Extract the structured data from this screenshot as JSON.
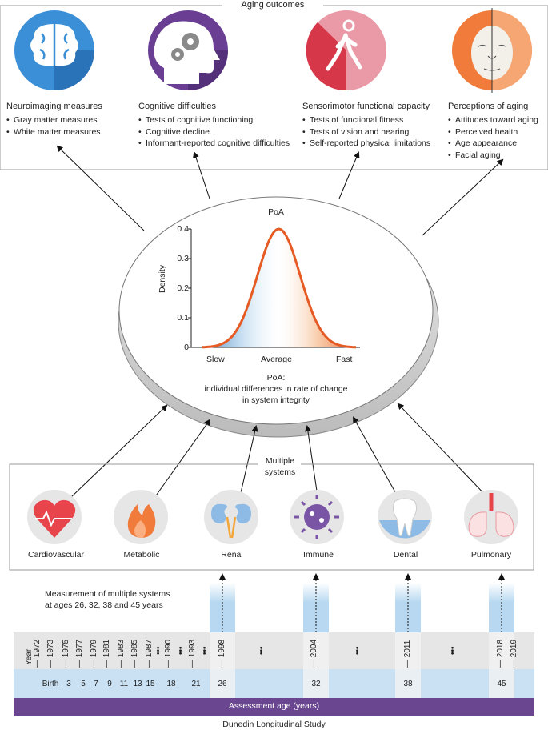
{
  "aging_outcomes": {
    "title": "Aging outcomes",
    "groups": [
      {
        "heading": "Neuroimaging measures",
        "items": [
          "Gray matter measures",
          "White matter measures"
        ],
        "icon": "brain-icon",
        "color": "#3a8fd6"
      },
      {
        "heading": "Cognitive difficulties",
        "items": [
          "Tests of cognitive functioning",
          "Cognitive decline",
          "Informant-reported cognitive difficulties"
        ],
        "icon": "head-gears-icon",
        "color": "#6a3f93"
      },
      {
        "heading": "Sensorimotor functional capacity",
        "items": [
          "Tests of functional fitness",
          "Tests of vision and hearing",
          "Self-reported physical limitations"
        ],
        "icon": "walking-person-icon",
        "color": "#d6384a"
      },
      {
        "heading": "Perceptions of aging",
        "items": [
          "Attitudes toward aging",
          "Perceived health",
          "Age appearance",
          "Facial aging"
        ],
        "icon": "face-icon",
        "color": "#f07b3a"
      }
    ]
  },
  "poa": {
    "title": "PoA",
    "ylabel": "Density",
    "yticks": [
      "0.4",
      "0.3",
      "0.2",
      "0.1",
      "0"
    ],
    "xticks": [
      "Slow",
      "Average",
      "Fast"
    ],
    "caption_title": "PoA:",
    "caption_line1": "individual differences in rate of change",
    "caption_line2": "in system integrity"
  },
  "chart_data": {
    "type": "area",
    "title": "PoA",
    "ylabel": "Density",
    "ylim": [
      0,
      0.4
    ],
    "x_categories": [
      "Slow",
      "Average",
      "Fast"
    ],
    "series": [
      {
        "distribution": "normal",
        "peak": 0.4
      }
    ]
  },
  "systems": {
    "title_line1": "Multiple",
    "title_line2": "systems",
    "items": [
      {
        "label": "Cardiovascular",
        "icon": "heart-icon"
      },
      {
        "label": "Metabolic",
        "icon": "flame-icon"
      },
      {
        "label": "Renal",
        "icon": "kidneys-icon"
      },
      {
        "label": "Immune",
        "icon": "immune-cell-icon"
      },
      {
        "label": "Dental",
        "icon": "tooth-icon"
      },
      {
        "label": "Pulmonary",
        "icon": "lungs-icon"
      }
    ]
  },
  "timeline": {
    "measurement_line1": "Measurement of multiple systems",
    "measurement_line2": "at ages 26, 32, 38 and 45 years",
    "year_label": "Year",
    "years": [
      "1972",
      "1973",
      "1975",
      "1977",
      "1979",
      "1981",
      "1983",
      "1985",
      "1987",
      "1990",
      "1993",
      "1998",
      "2004",
      "2011",
      "2018",
      "2019"
    ],
    "ages": [
      "Birth",
      "3",
      "5",
      "7",
      "9",
      "11",
      "13",
      "15",
      "18",
      "21",
      "26",
      "32",
      "38",
      "45"
    ],
    "ellipsis": "•••",
    "assessment_label": "Assessment age (years)",
    "study_name": "Dunedin Longitudinal Study"
  }
}
